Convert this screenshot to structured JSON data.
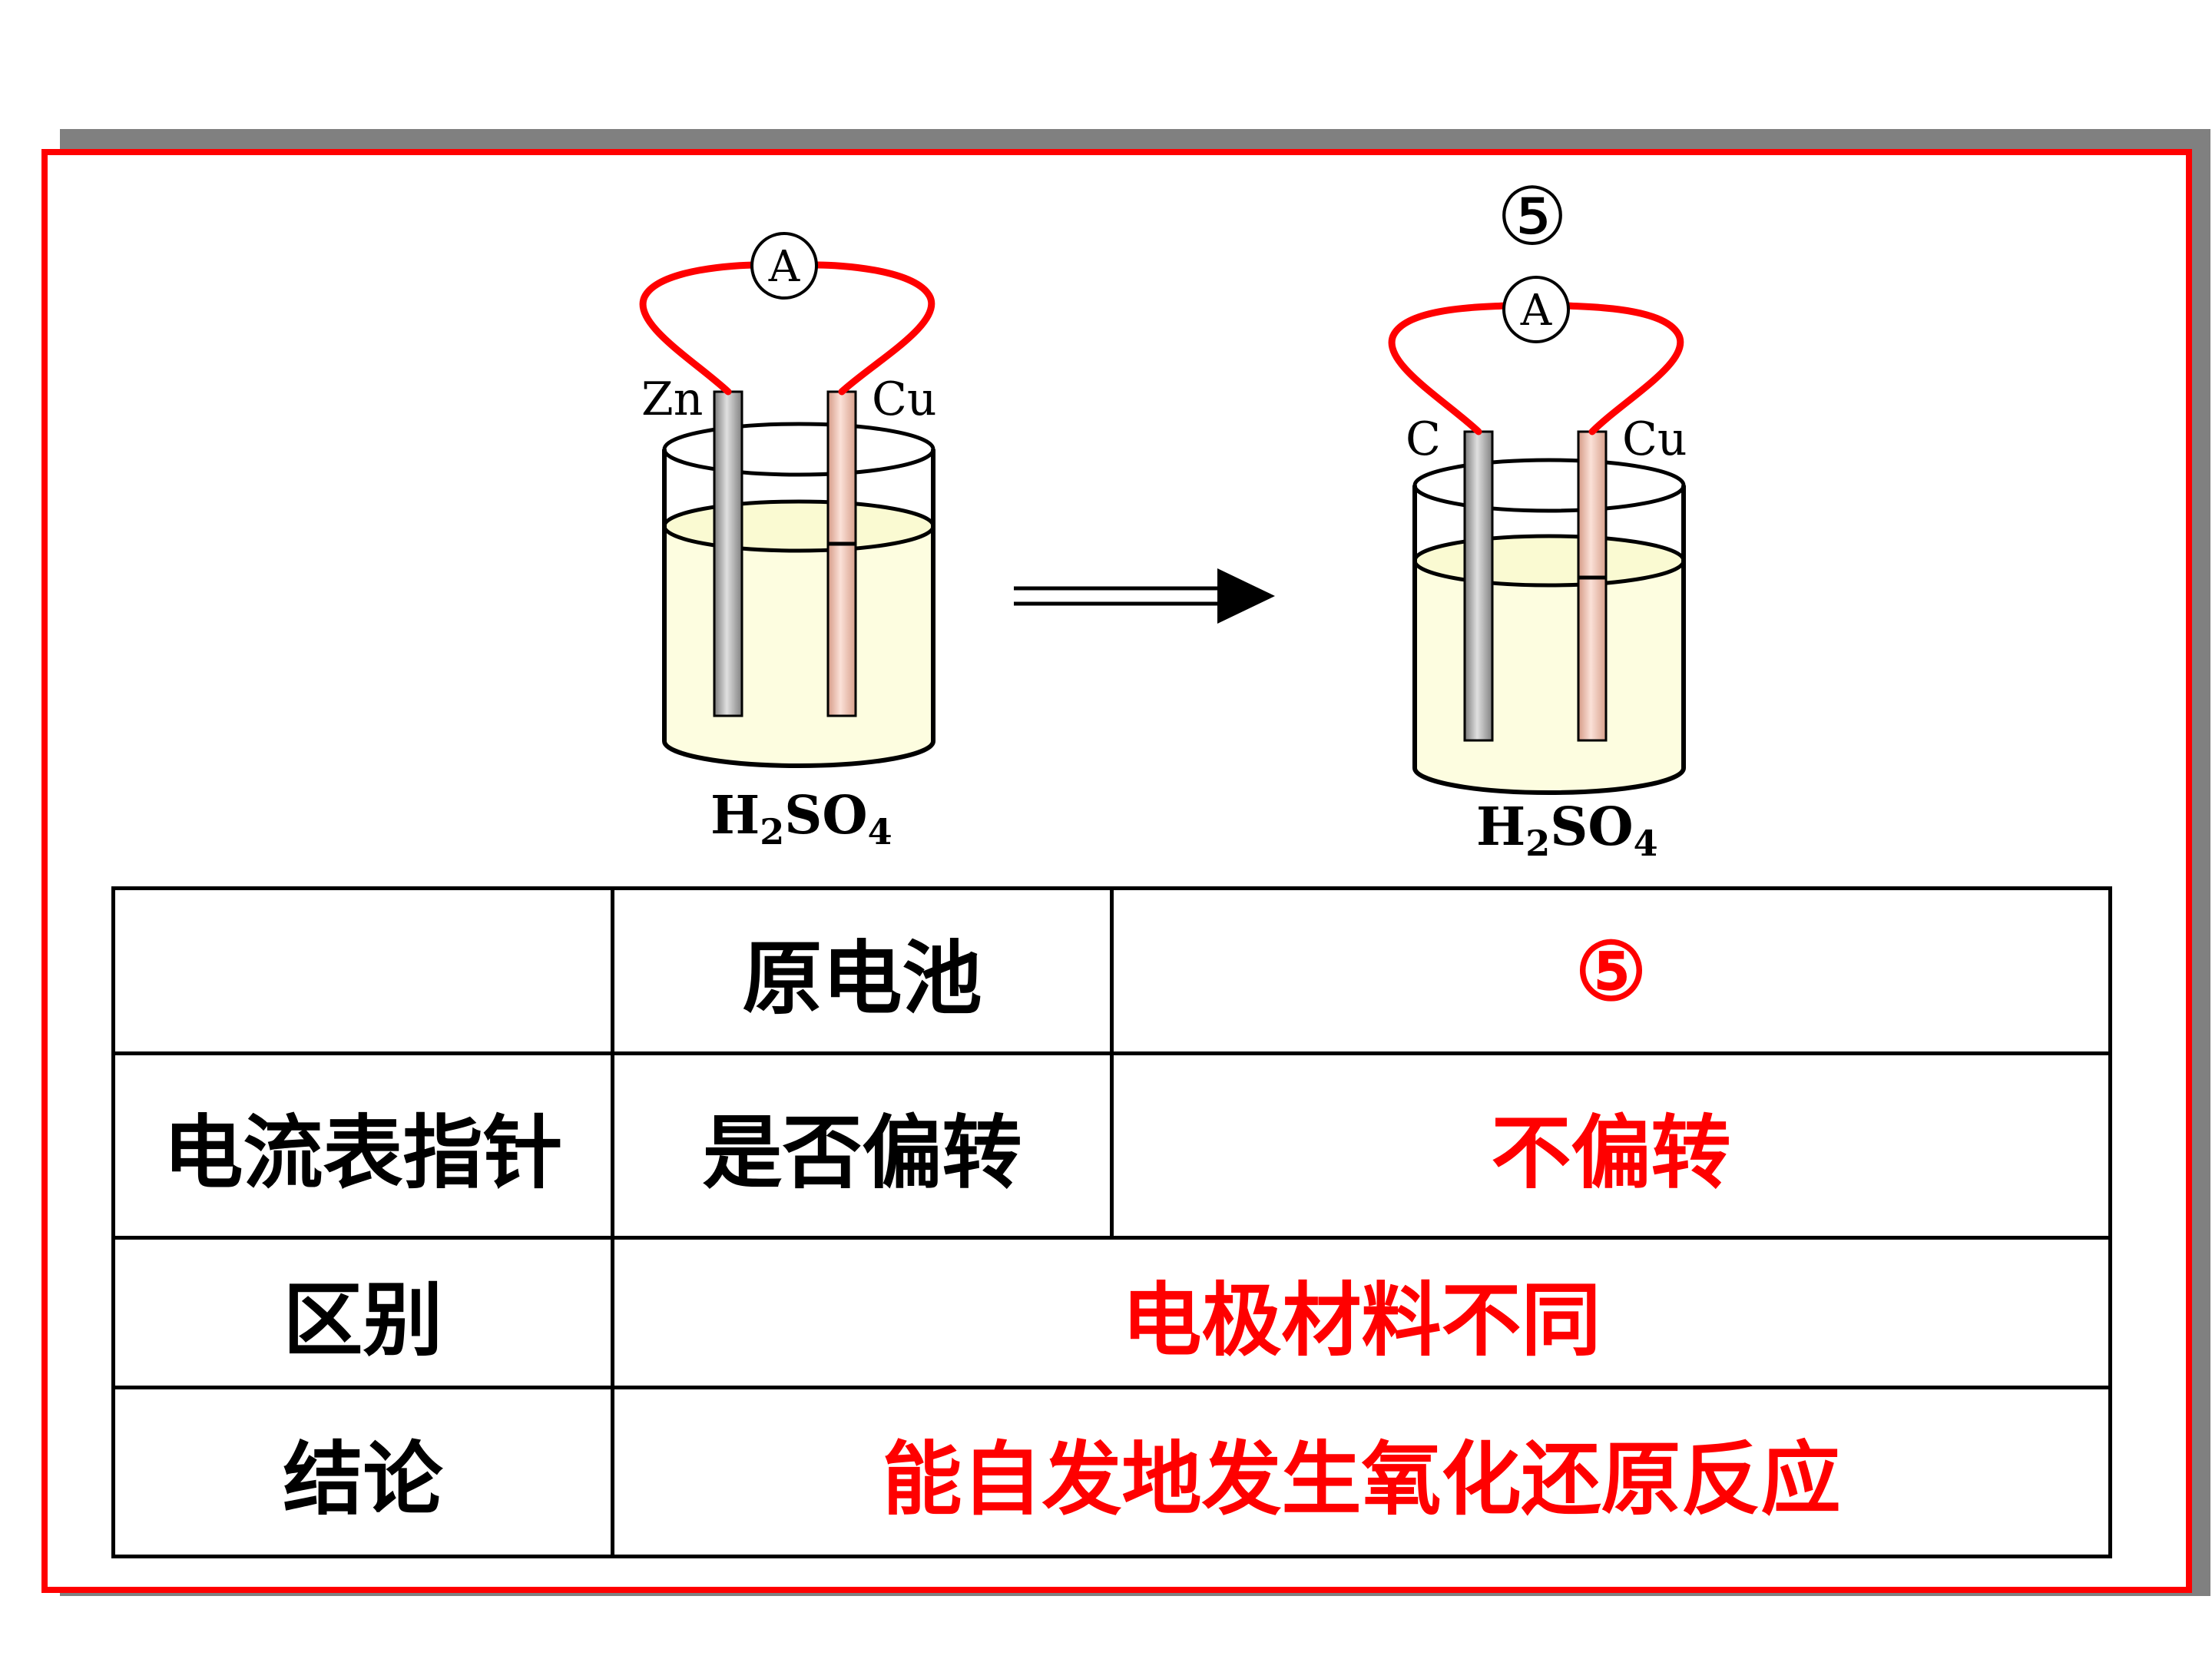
{
  "diagram": {
    "left_cell": {
      "ammeter_label": "A",
      "electrode_left": "Zn",
      "electrode_right": "Cu",
      "solution": {
        "main": "H",
        "sub1": "2",
        "mid": "SO",
        "sub2": "4"
      }
    },
    "right_cell": {
      "marker": "⑤",
      "ammeter_label": "A",
      "electrode_left": "C",
      "electrode_right": "Cu",
      "solution": {
        "main": "H",
        "sub1": "2",
        "mid": "SO",
        "sub2": "4"
      }
    }
  },
  "table": {
    "header": [
      "",
      "原电池",
      "⑤"
    ],
    "row_current": {
      "label": "电流表指针",
      "question": "是否偏转",
      "answer": "不偏转"
    },
    "row_difference": {
      "label": "区别",
      "value": "电极材料不同"
    },
    "row_conclusion": {
      "label": "结论",
      "value": "能自发地发生氧化还原反应"
    }
  },
  "colors": {
    "frame": "#ff0000",
    "shadow": "#808080",
    "wire": "#ff0000",
    "solution": "#fdfde0",
    "zinc": "#a9a9a9",
    "copper": "#f3cbbd",
    "answer_text": "#ff0000"
  }
}
